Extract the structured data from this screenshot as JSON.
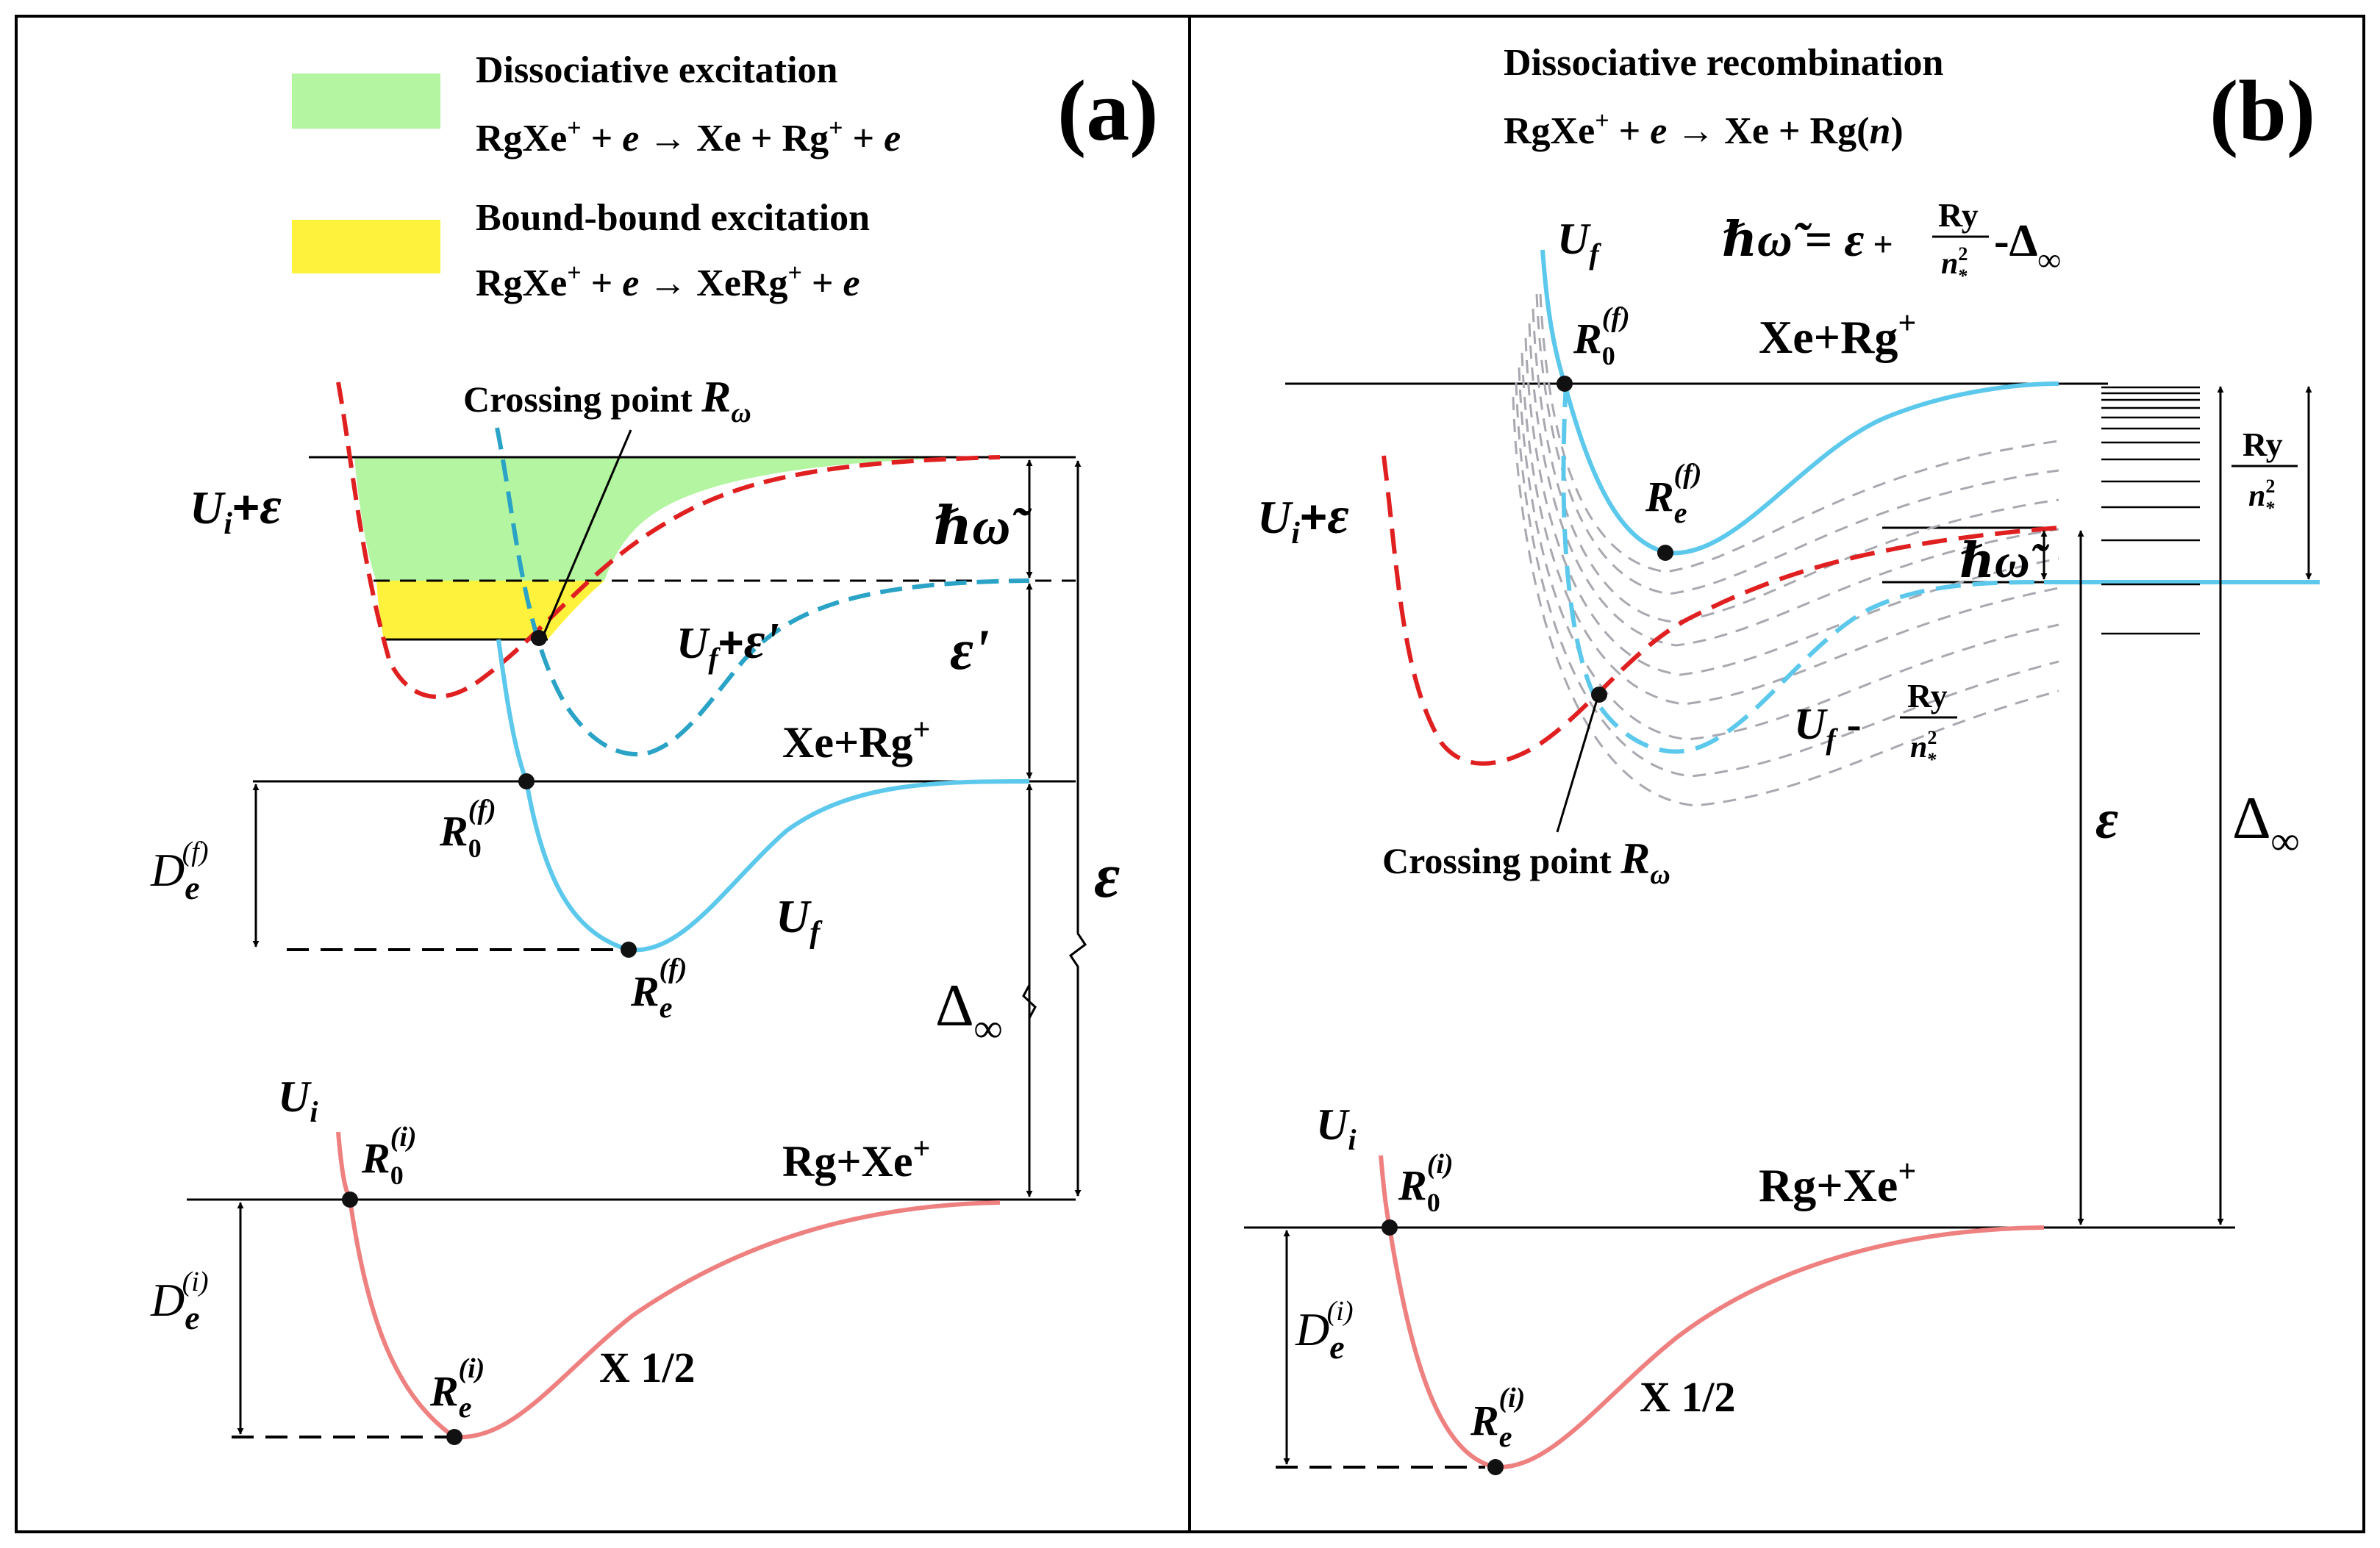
{
  "colors": {
    "blue": "#5BC8EC",
    "blue_dashed": "#2AA3C6",
    "red": "#E02020",
    "pink": "#EE8080",
    "green_fill": "#B3F5A0",
    "yellow_fill": "#FFF23C",
    "gray_dashed": "#A8A8B0",
    "line": "#000000"
  },
  "panel_a": {
    "tag": "(a)",
    "legend": {
      "diss_title": "Dissociative excitation",
      "diss_eq_a": "RgXe",
      "diss_eq_b": "+",
      "diss_eq_c": " + ",
      "diss_eq_d": "e",
      "diss_eq_e": " → Xe + Rg",
      "diss_eq_f": "+",
      "diss_eq_g": " + ",
      "diss_eq_h": "e",
      "bb_title": "Bound-bound excitation",
      "bb_eq_a": "RgXe",
      "bb_eq_b": "+",
      "bb_eq_c": " + ",
      "bb_eq_d": "e",
      "bb_eq_e": " → XeRg",
      "bb_eq_f": "+",
      "bb_eq_g": " + ",
      "bb_eq_h": "e"
    },
    "crossing_label": "Crossing point ",
    "crossing_sym": "R",
    "crossing_sub": "ω",
    "ui_eps_a": "U",
    "ui_eps_b": "i",
    "ui_eps_c": "+",
    "ui_eps_d": "ε",
    "hbar_omega": "ℏω̃",
    "uf_eps_a": "U",
    "uf_eps_b": "f",
    "uf_eps_c": "+",
    "uf_eps_d": "ε'",
    "eps_prime": "ε'",
    "xe_rg": "Xe+Rg",
    "xe_rg_sup": "+",
    "eps": "ε",
    "de_f": "D",
    "de_f_sub": "e",
    "de_f_sup": "(f)",
    "r0_f": "R",
    "r0_f_sub": "0",
    "r0_f_sup": "(f)",
    "uf": "U",
    "uf_sub": "f",
    "re_f": "R",
    "re_f_sub": "e",
    "re_f_sup": "(f)",
    "delta_inf": "Δ",
    "delta_sub": "∞",
    "ui": "U",
    "ui_sub": "i",
    "r0_i": "R",
    "r0_i_sub": "0",
    "r0_i_sup": "(i)",
    "rg_xe": "Rg+Xe",
    "rg_xe_sup": "+",
    "de_i": "D",
    "de_i_sub": "e",
    "de_i_sup": "(i)",
    "re_i": "R",
    "re_i_sub": "e",
    "re_i_sup": "(i)",
    "x_half": "X 1/2"
  },
  "panel_b": {
    "tag": "(b)",
    "title": "Dissociative recombination",
    "eq_a": "RgXe",
    "eq_b": "+",
    "eq_c": " + ",
    "eq_d": "e",
    "eq_e": " → Xe + Rg(",
    "eq_f": "n",
    "eq_g": ")",
    "uf": "U",
    "uf_sub": "f",
    "formula_lhs": "ℏω̃ = ",
    "formula_eps": "ε",
    "formula_plus": " + ",
    "formula_num": "Ry",
    "formula_den": "n",
    "formula_den_sup": "2",
    "formula_den_sub": "*",
    "formula_minus": " -Δ",
    "formula_inf": "∞",
    "r0_f": "R",
    "r0_f_sub": "0",
    "r0_f_sup": "(f)",
    "xe_rg": "Xe+Rg",
    "xe_rg_sup": "+",
    "ry_num": "Ry",
    "ry_den": "n",
    "ry_den_sup": "2",
    "ry_den_sub": "*",
    "re_f": "R",
    "re_f_sub": "e",
    "re_f_sup": "(f)",
    "ui_eps_a": "U",
    "ui_eps_b": "i",
    "ui_eps_c": "+",
    "ui_eps_d": "ε",
    "hbar_omega": "ℏω̃",
    "uf_minus_a": "U",
    "uf_minus_b": "f",
    "uf_minus_c": " - ",
    "uf_minus_num": "Ry",
    "uf_minus_den": "n",
    "uf_minus_den_sup": "2",
    "uf_minus_den_sub": "*",
    "eps": "ε",
    "delta_inf": "Δ",
    "delta_sub": "∞",
    "crossing_label": "Crossing point ",
    "crossing_sym": "R",
    "crossing_sub": "ω",
    "ui": "U",
    "ui_sub": "i",
    "r0_i": "R",
    "r0_i_sub": "0",
    "r0_i_sup": "(i)",
    "rg_xe": "Rg+Xe",
    "rg_xe_sup": "+",
    "de_i": "D",
    "de_i_sub": "e",
    "de_i_sup": "(i)",
    "re_i": "R",
    "re_i_sub": "e",
    "re_i_sup": "(i)",
    "x_half": "X 1/2"
  }
}
